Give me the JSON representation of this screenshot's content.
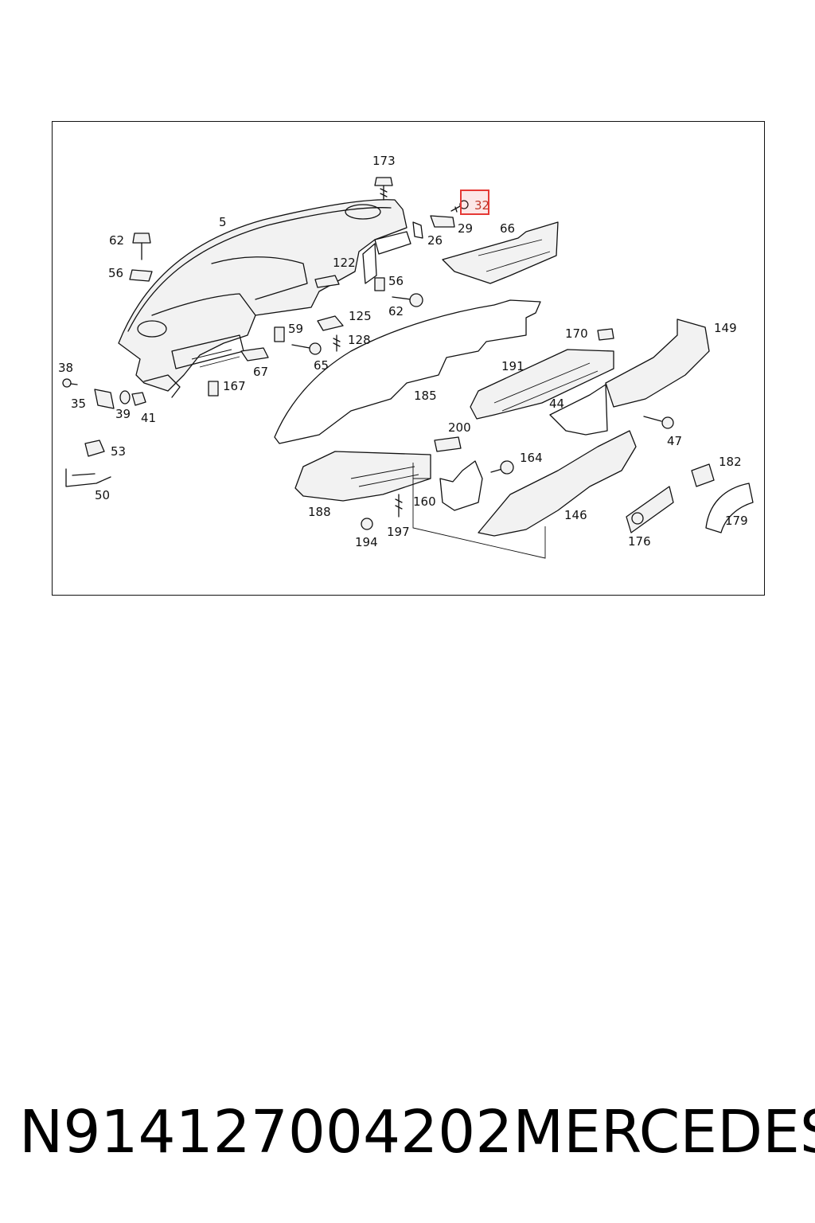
{
  "diagram": {
    "callouts": [
      {
        "id": "173",
        "text": "173"
      },
      {
        "id": "32",
        "text": "32",
        "highlighted": true
      },
      {
        "id": "5",
        "text": "5"
      },
      {
        "id": "29",
        "text": "29"
      },
      {
        "id": "66",
        "text": "66"
      },
      {
        "id": "26",
        "text": "26"
      },
      {
        "id": "62a",
        "text": "62"
      },
      {
        "id": "122",
        "text": "122"
      },
      {
        "id": "56a",
        "text": "56"
      },
      {
        "id": "56b",
        "text": "56"
      },
      {
        "id": "62b",
        "text": "62"
      },
      {
        "id": "125",
        "text": "125"
      },
      {
        "id": "59",
        "text": "59"
      },
      {
        "id": "128",
        "text": "128"
      },
      {
        "id": "170",
        "text": "170"
      },
      {
        "id": "149",
        "text": "149"
      },
      {
        "id": "38",
        "text": "38"
      },
      {
        "id": "65",
        "text": "65"
      },
      {
        "id": "67",
        "text": "67"
      },
      {
        "id": "191",
        "text": "191"
      },
      {
        "id": "167",
        "text": "167"
      },
      {
        "id": "35",
        "text": "35"
      },
      {
        "id": "39",
        "text": "39"
      },
      {
        "id": "41",
        "text": "41"
      },
      {
        "id": "185",
        "text": "185"
      },
      {
        "id": "44",
        "text": "44"
      },
      {
        "id": "47",
        "text": "47"
      },
      {
        "id": "200",
        "text": "200"
      },
      {
        "id": "53",
        "text": "53"
      },
      {
        "id": "164",
        "text": "164"
      },
      {
        "id": "182",
        "text": "182"
      },
      {
        "id": "50",
        "text": "50"
      },
      {
        "id": "160",
        "text": "160"
      },
      {
        "id": "188",
        "text": "188"
      },
      {
        "id": "146",
        "text": "146"
      },
      {
        "id": "179",
        "text": "179"
      },
      {
        "id": "197",
        "text": "197"
      },
      {
        "id": "194",
        "text": "194"
      },
      {
        "id": "176",
        "text": "176"
      }
    ]
  },
  "caption": {
    "part_number": "N914127004202",
    "brand": "MERCEDES"
  },
  "colors": {
    "highlight": "#e53935",
    "line": "#111111"
  }
}
